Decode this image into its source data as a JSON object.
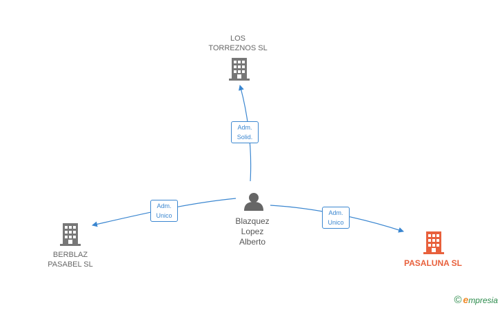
{
  "nodes": {
    "torreznos": {
      "label": "LOS\nTORREZNOS SL"
    },
    "berblaz": {
      "label": "BERBLAZ\nPASABEL SL"
    },
    "pasaluna": {
      "label": "PASALUNA SL"
    },
    "person": {
      "label": "Blazquez\nLopez\nAlberto"
    }
  },
  "edges": {
    "to_torreznos": {
      "label": "Adm.\nSolid."
    },
    "to_berblaz": {
      "label": "Adm.\nUnico"
    },
    "to_pasaluna": {
      "label": "Adm.\nUnico"
    }
  },
  "colors": {
    "edge": "#3a86d0",
    "company": "#777777",
    "main_company": "#e8603c",
    "person": "#666666"
  },
  "brand": {
    "symbol": "©",
    "initial": "e",
    "name": "mpresia"
  }
}
